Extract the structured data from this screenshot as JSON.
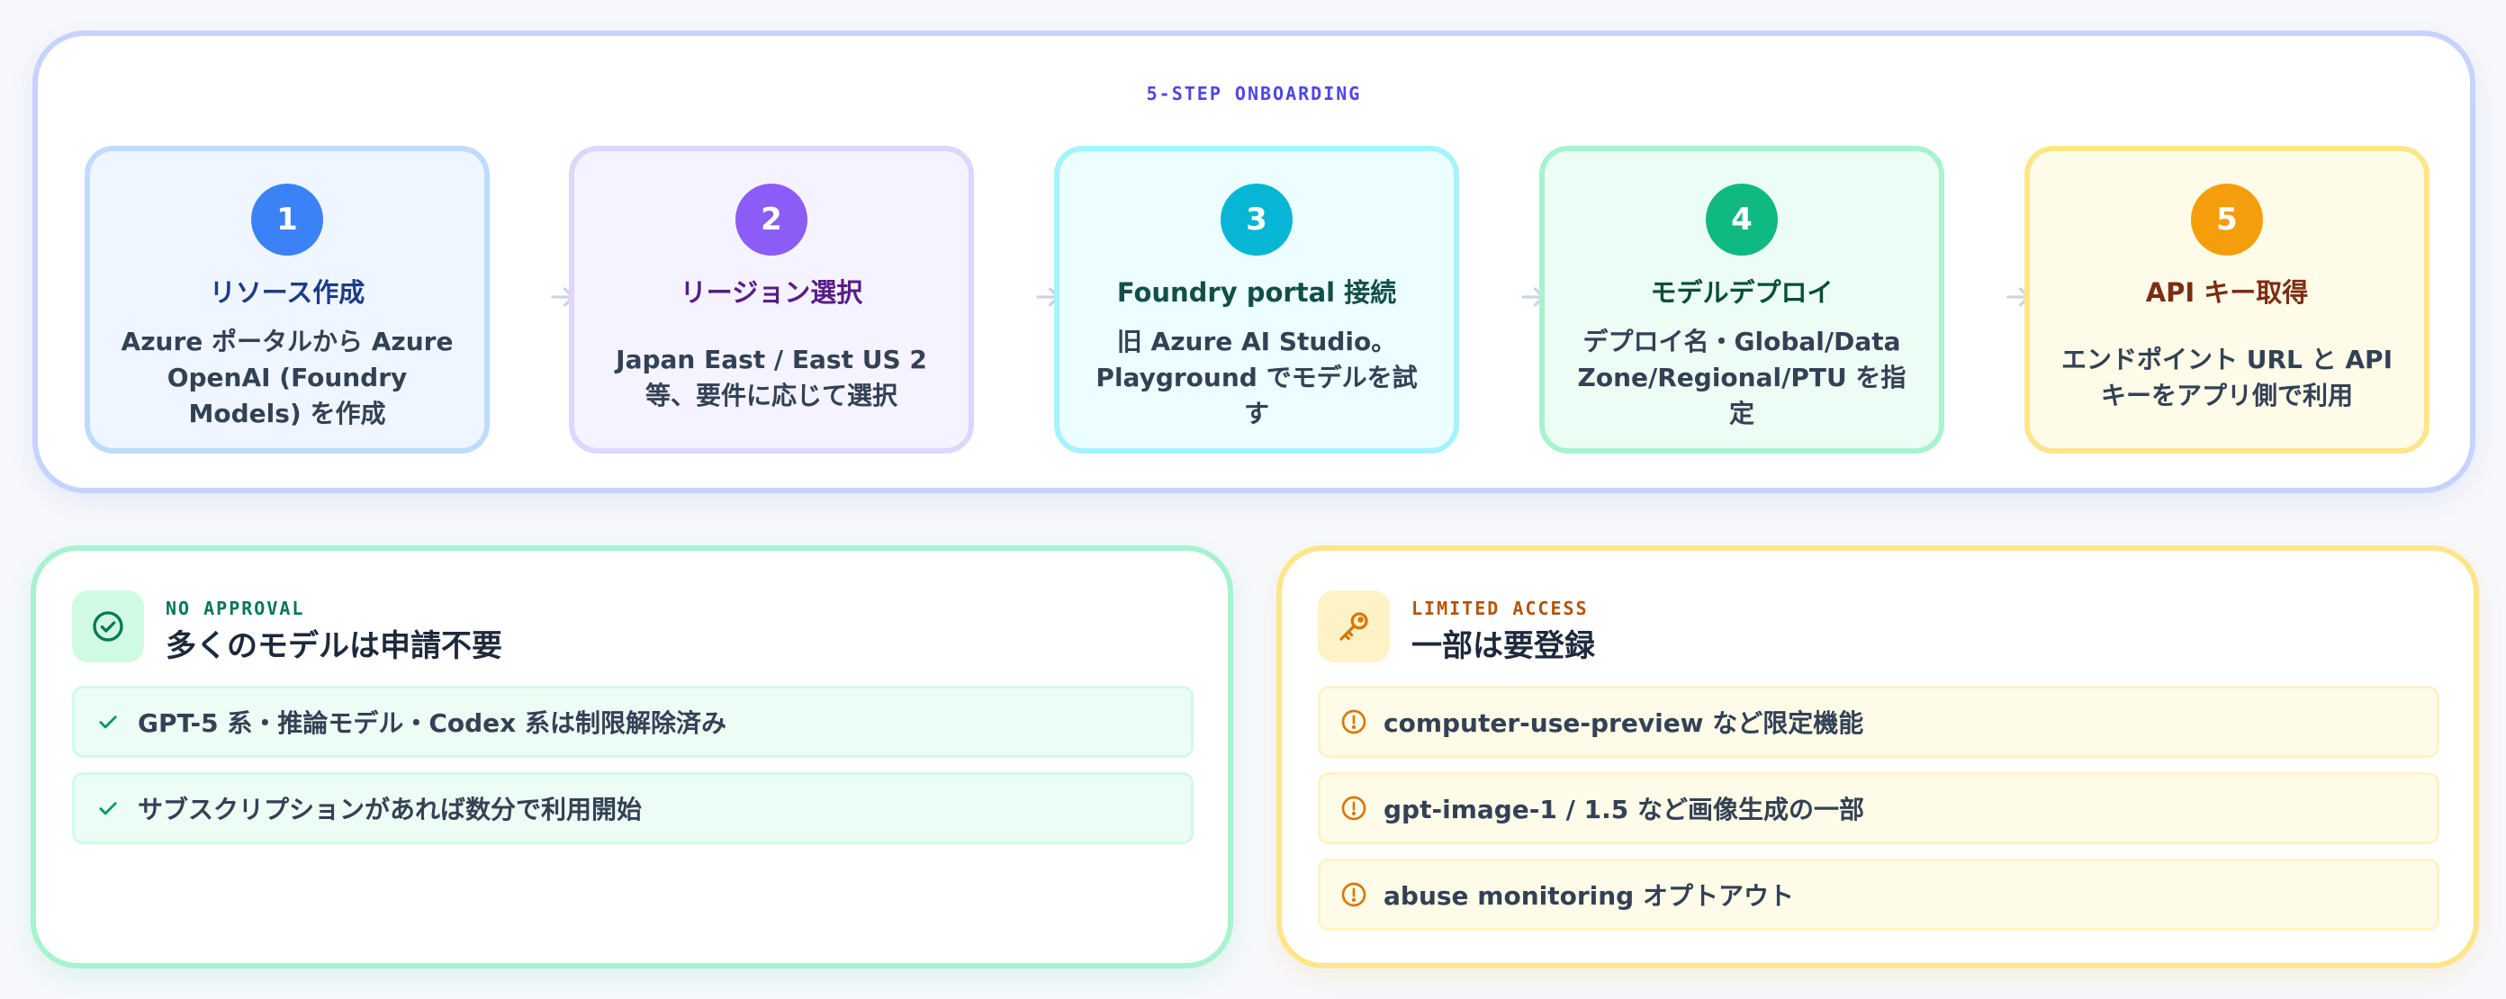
{
  "onboarding": {
    "kicker": "5-STEP ONBOARDING",
    "steps": [
      {
        "num": "1",
        "title": "リソース作成",
        "desc": "Azure ポータルから Azure OpenAI (Foundry Models) を作成"
      },
      {
        "num": "2",
        "title": "リージョン選択",
        "desc": "Japan East / East US 2 等、要件に応じて選択"
      },
      {
        "num": "3",
        "title": "Foundry portal 接続",
        "desc": "旧 Azure AI Studio。Playground でモデルを試す"
      },
      {
        "num": "4",
        "title": "モデルデプロイ",
        "desc": "デプロイ名・Global/Data Zone/Regional/PTU を指定"
      },
      {
        "num": "5",
        "title": "API キー取得",
        "desc": "エンドポイント URL と API キーをアプリ側で利用"
      }
    ]
  },
  "no_approval": {
    "icon": "check-circle-icon",
    "kicker": "NO APPROVAL",
    "heading": "多くのモデルは申請不要",
    "items": [
      "GPT-5 系・推論モデル・Codex 系は制限解除済み",
      "サブスクリプションがあれば数分で利用開始"
    ]
  },
  "limited_access": {
    "icon": "key-icon",
    "kicker": "LIMITED ACCESS",
    "heading": "一部は要登録",
    "items": [
      "computer-use-preview など限定機能",
      "gpt-image-1 / 1.5 など画像生成の一部",
      "abuse monitoring オプトアウト"
    ]
  },
  "colors": {
    "step1": "#3b82f6",
    "step2": "#8b5cf6",
    "step3": "#06b6d4",
    "step4": "#10b981",
    "step5": "#f59e0b"
  }
}
